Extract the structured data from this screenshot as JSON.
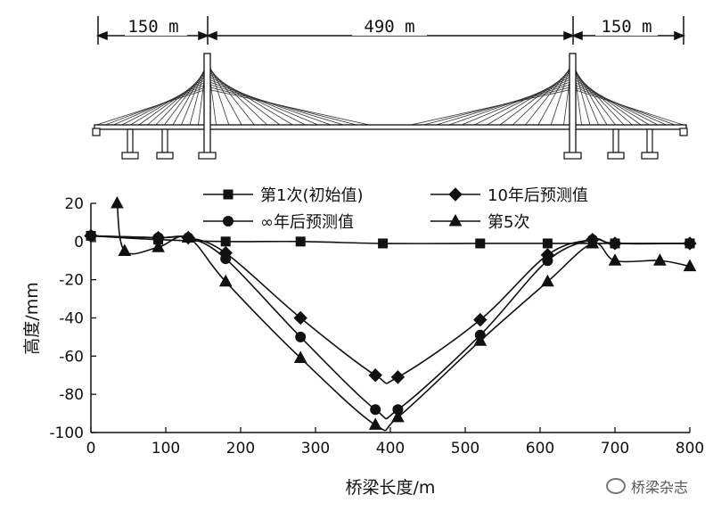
{
  "span_labels": [
    "150 m",
    "490 m",
    "150 m"
  ],
  "chart_data": {
    "type": "line",
    "xlabel": "桥梁长度/m",
    "ylabel": "高度/mm",
    "xlim": [
      0,
      800
    ],
    "ylim": [
      -100,
      20
    ],
    "x_ticks": [
      0,
      100,
      200,
      300,
      400,
      500,
      600,
      700,
      800
    ],
    "y_ticks": [
      20,
      0,
      -20,
      -40,
      -60,
      -80,
      -100
    ],
    "grid": false,
    "legend_position": "top",
    "series": [
      {
        "name": "第1次(初始值)",
        "marker": "square",
        "x": [
          0,
          90,
          180,
          280,
          390,
          520,
          610,
          700,
          800
        ],
        "y": [
          3,
          1,
          0,
          0,
          -1,
          -1,
          -1,
          -1,
          -1
        ]
      },
      {
        "name": "10年后预测值",
        "marker": "diamond",
        "x": [
          0,
          90,
          130,
          180,
          280,
          380,
          410,
          520,
          610,
          670,
          700,
          800
        ],
        "y": [
          3,
          2,
          2,
          -6,
          -40,
          -70,
          -71,
          -41,
          -7,
          1,
          -1,
          -1
        ]
      },
      {
        "name": "∞年后预测值",
        "marker": "circle",
        "x": [
          0,
          90,
          130,
          180,
          280,
          380,
          410,
          520,
          610,
          670,
          700,
          800
        ],
        "y": [
          3,
          2,
          2,
          -9,
          -50,
          -88,
          -88,
          -49,
          -10,
          1,
          -1,
          -1
        ]
      },
      {
        "name": "第5次",
        "marker": "triangle",
        "x": [
          35,
          45,
          90,
          130,
          180,
          280,
          380,
          410,
          520,
          610,
          670,
          700,
          760,
          800
        ],
        "y": [
          20,
          -5,
          -3,
          2,
          -21,
          -61,
          -96,
          -92,
          -52,
          -21,
          -1,
          -10,
          -10,
          -13
        ]
      }
    ]
  },
  "watermark": "桥梁杂志"
}
